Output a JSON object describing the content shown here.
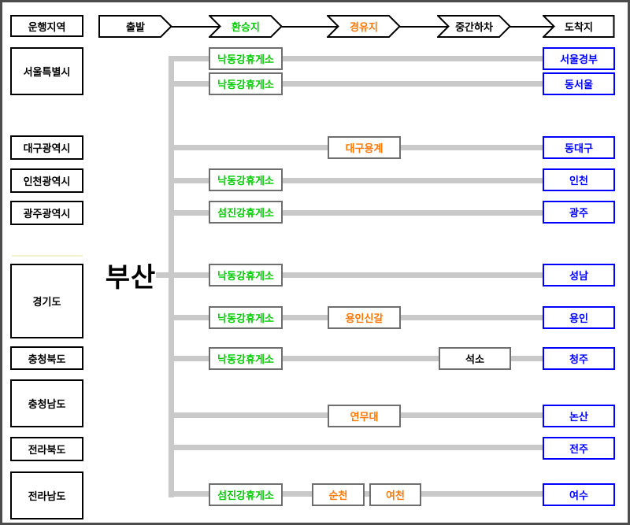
{
  "legend": {
    "title": "운행지역"
  },
  "header": {
    "columns": [
      {
        "id": "depart",
        "label": "출발"
      },
      {
        "id": "transfer",
        "label": "환승지"
      },
      {
        "id": "via",
        "label": "경유지"
      },
      {
        "id": "midstop",
        "label": "중간하차"
      },
      {
        "id": "arrive",
        "label": "도착지"
      }
    ]
  },
  "regions": [
    "서울특별시",
    "대구광역시",
    "인천광역시",
    "광주광역시",
    "경기도",
    "충청북도",
    "충청남도",
    "전라북도",
    "전라남도"
  ],
  "origin": {
    "label": "부산"
  },
  "routes": [
    {
      "transfer": "낙동강휴게소",
      "destination": "서울경부"
    },
    {
      "transfer": "낙동강휴게소",
      "destination": "동서울"
    },
    {
      "via": "대구용계",
      "destination": "동대구"
    },
    {
      "transfer": "낙동강휴게소",
      "destination": "인천"
    },
    {
      "transfer": "섬진강휴게소",
      "destination": "광주"
    },
    {
      "transfer": "낙동강휴게소",
      "destination": "성남"
    },
    {
      "transfer": "낙동강휴게소",
      "via": "용인신갈",
      "destination": "용인"
    },
    {
      "transfer": "낙동강휴게소",
      "stop": "석소",
      "destination": "청주"
    },
    {
      "via": "연무대",
      "destination": "논산"
    },
    {
      "destination": "전주"
    },
    {
      "transfer": "섬진강휴게소",
      "via": "순천",
      "via2": "여천",
      "destination": "여수"
    }
  ],
  "colors": {
    "transfer_text": "#00cc00",
    "via_text": "#ff7700",
    "destination": "#0000ff",
    "route_line": "#c9c9c9",
    "box_border": "#6e6e6e",
    "frame": "#4c4c4c"
  }
}
